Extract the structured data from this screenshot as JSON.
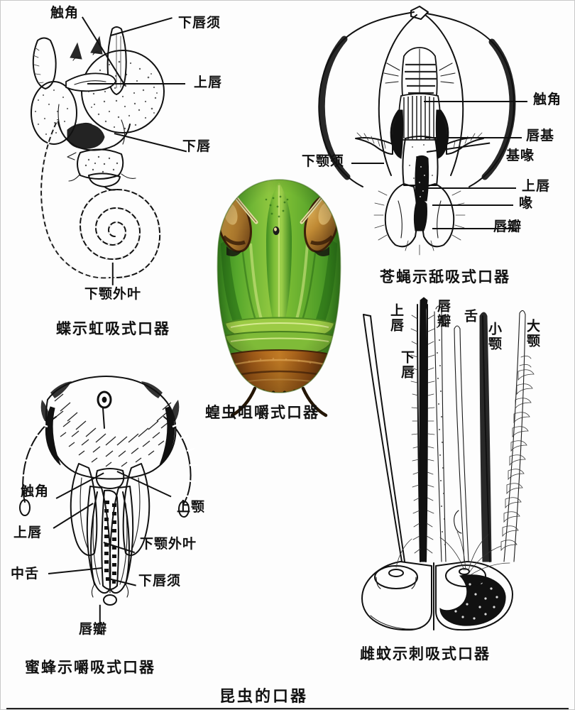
{
  "figure": {
    "title": "昆虫的口器",
    "background_color": "#fdfdfd",
    "ink_color": "#111111"
  },
  "panels": [
    {
      "id": "butterfly",
      "caption": "蝶示虹吸式口器",
      "labels": [
        {
          "name": "antenna",
          "text": "触角"
        },
        {
          "name": "labial-palp",
          "text": "下唇须"
        },
        {
          "name": "labrum",
          "text": "上唇"
        },
        {
          "name": "labium",
          "text": "下唇"
        },
        {
          "name": "galea",
          "text": "下颚外叶"
        }
      ]
    },
    {
      "id": "fly",
      "caption": "苍蝇示舐吸式口器",
      "labels": [
        {
          "name": "antenna",
          "text": "触角"
        },
        {
          "name": "clypeus",
          "text": "唇基"
        },
        {
          "name": "rostrum",
          "text": "基喙"
        },
        {
          "name": "maxillary-palp",
          "text": "下颚须"
        },
        {
          "name": "labrum",
          "text": "上唇"
        },
        {
          "name": "proboscis",
          "text": "喙"
        },
        {
          "name": "labellum",
          "text": "唇瓣"
        }
      ]
    },
    {
      "id": "grasshopper",
      "caption": "蝗虫咀嚼式口器",
      "labels": [],
      "colors": {
        "head_green": "#4aa32a",
        "head_green_light": "#8cc63f",
        "mouth_brown": "#b5651d",
        "eye_tan": "#d9a441",
        "eye_dark": "#6b3b12"
      }
    },
    {
      "id": "bee",
      "caption": "蜜蜂示嚼吸式口器",
      "labels": [
        {
          "name": "antenna",
          "text": "触角"
        },
        {
          "name": "mandible",
          "text": "上颚"
        },
        {
          "name": "labrum",
          "text": "上唇"
        },
        {
          "name": "galea",
          "text": "下颚外叶"
        },
        {
          "name": "glossa",
          "text": "中舌"
        },
        {
          "name": "labial-palp",
          "text": "下唇须"
        },
        {
          "name": "labellum",
          "text": "唇瓣"
        }
      ]
    },
    {
      "id": "mosquito",
      "caption": "雌蚊示刺吸式口器",
      "labels": [
        {
          "name": "labrum",
          "text": "上唇"
        },
        {
          "name": "labium",
          "text": "下唇"
        },
        {
          "name": "labellum",
          "text": "唇瓣"
        },
        {
          "name": "hypopharynx",
          "text": "舌"
        },
        {
          "name": "maxilla",
          "text": "小颚"
        },
        {
          "name": "mandible",
          "text": "大颚"
        }
      ]
    }
  ]
}
